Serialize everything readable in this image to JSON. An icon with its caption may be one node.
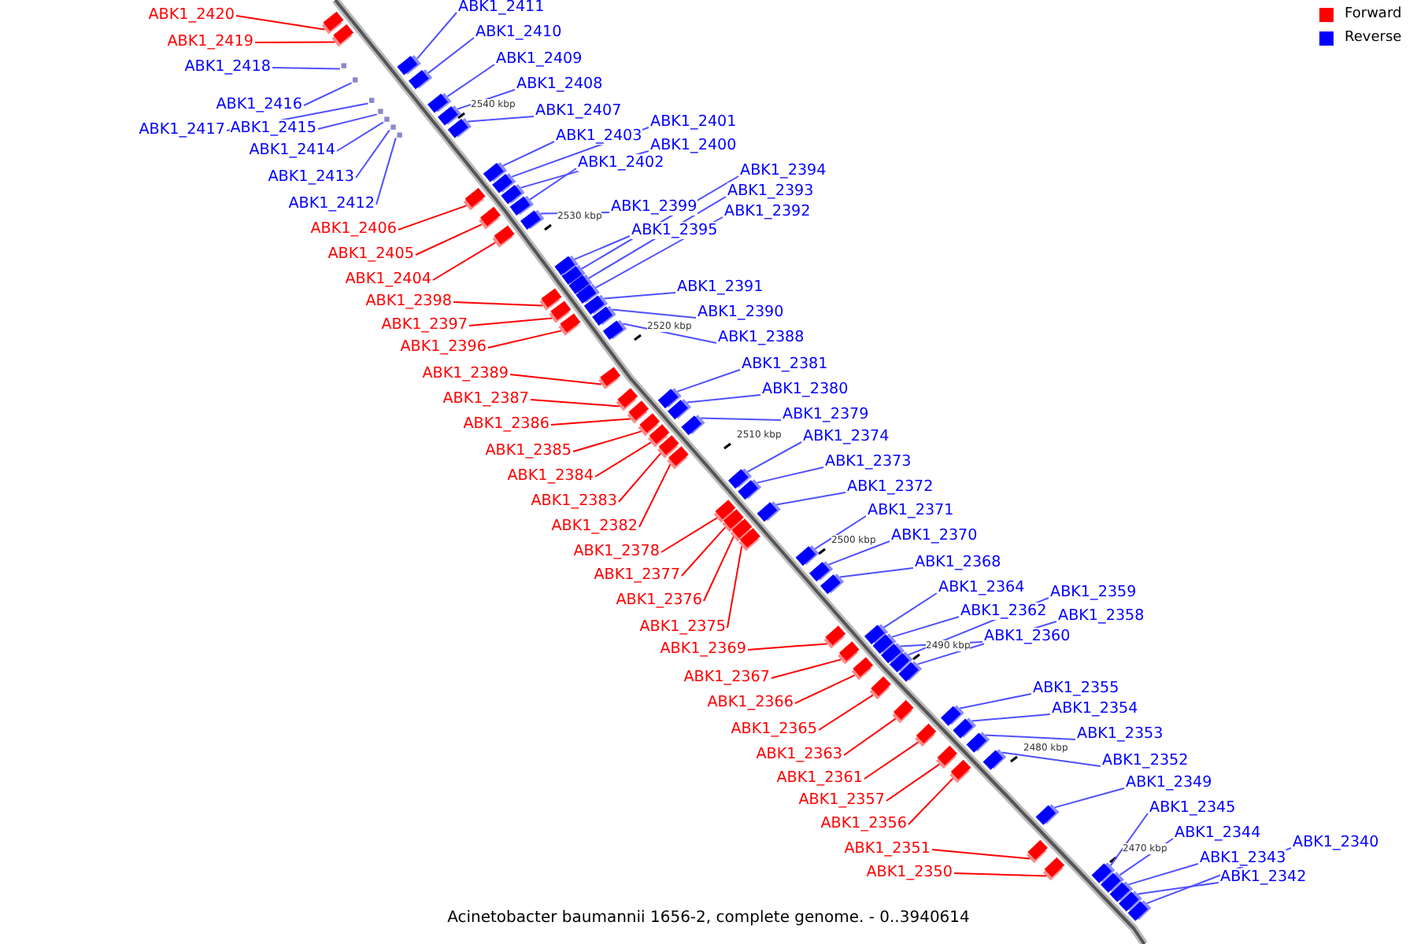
{
  "diagram": {
    "caption": "Acinetobacter baumannii 1656-2, complete genome. - 0..3940614",
    "nodes": [
      {
        "text": [
          "ABK1_2420"
        ]
      },
      {
        "text": [
          "ABK1_2419"
        ]
      },
      {
        "text": [
          "ABK1_2418"
        ]
      },
      {
        "text": [
          "ABK1_2416"
        ]
      },
      {
        "text": [
          "ABK1_2417"
        ]
      },
      {
        "text": [
          "ABK1_2415"
        ]
      },
      {
        "text": [
          "ABK1_2414"
        ]
      },
      {
        "text": [
          "ABK1_2413"
        ]
      },
      {
        "text": [
          "ABK1_2412"
        ]
      },
      {
        "text": [
          "ABK1_2406"
        ]
      },
      {
        "text": [
          "ABK1_2405"
        ]
      },
      {
        "text": [
          "ABK1_2404"
        ]
      },
      {
        "text": [
          "ABK1_2398"
        ]
      },
      {
        "text": [
          "ABK1_2397"
        ]
      },
      {
        "text": [
          "ABK1_2396"
        ]
      },
      {
        "text": [
          "ABK1_2389"
        ]
      },
      {
        "text": [
          "ABK1_2387"
        ]
      },
      {
        "text": [
          "ABK1_2386"
        ]
      },
      {
        "text": [
          "ABK1_2385"
        ]
      },
      {
        "text": [
          "ABK1_2384"
        ]
      },
      {
        "text": [
          "ABK1_2383"
        ]
      },
      {
        "text": [
          "ABK1_2382"
        ]
      },
      {
        "text": [
          "ABK1_2378"
        ]
      },
      {
        "text": [
          "ABK1_2377"
        ]
      },
      {
        "text": [
          "ABK1_2376"
        ]
      },
      {
        "text": [
          "ABK1_2375"
        ]
      },
      {
        "text": [
          "ABK1_2369"
        ]
      },
      {
        "text": [
          "ABK1_2367"
        ]
      },
      {
        "text": [
          "ABK1_2366"
        ]
      },
      {
        "text": [
          "ABK1_2365"
        ]
      },
      {
        "text": [
          "ABK1_2363"
        ]
      },
      {
        "text": [
          "ABK1_2361"
        ]
      },
      {
        "text": [
          "ABK1_2357"
        ]
      },
      {
        "text": [
          "ABK1_2356"
        ]
      },
      {
        "text": [
          "ABK1_2351"
        ]
      },
      {
        "text": [
          "ABK1_2350"
        ]
      },
      {
        "text": [
          "ABK1_2411"
        ]
      },
      {
        "text": [
          "ABK1_2410"
        ]
      },
      {
        "text": [
          "ABK1_2409"
        ]
      },
      {
        "text": [
          "ABK1_2408"
        ]
      },
      {
        "text": [
          "ABK1_2407"
        ]
      },
      {
        "text": [
          "ABK1_2401"
        ]
      },
      {
        "text": [
          "ABK1_2403"
        ]
      },
      {
        "text": [
          "ABK1_2400"
        ]
      },
      {
        "text": [
          "ABK1_2402"
        ]
      },
      {
        "text": [
          "ABK1_2394"
        ]
      },
      {
        "text": [
          "ABK1_2393"
        ]
      },
      {
        "text": [
          "ABK1_2399"
        ]
      },
      {
        "text": [
          "ABK1_2392"
        ]
      },
      {
        "text": [
          "ABK1_2395"
        ]
      },
      {
        "text": [
          "ABK1_2391"
        ]
      },
      {
        "text": [
          "ABK1_2390"
        ]
      },
      {
        "text": [
          "ABK1_2388"
        ]
      },
      {
        "text": [
          "ABK1_2381"
        ]
      },
      {
        "text": [
          "ABK1_2380"
        ]
      },
      {
        "text": [
          "ABK1_2379"
        ]
      },
      {
        "text": [
          "ABK1_2374"
        ]
      },
      {
        "text": [
          "ABK1_2373"
        ]
      },
      {
        "text": [
          "ABK1_2372"
        ]
      },
      {
        "text": [
          "ABK1_2371"
        ]
      },
      {
        "text": [
          "ABK1_2370"
        ]
      },
      {
        "text": [
          "ABK1_2368"
        ]
      },
      {
        "text": [
          "ABK1_2364"
        ]
      },
      {
        "text": [
          "ABK1_2359"
        ]
      },
      {
        "text": [
          "ABK1_2362"
        ]
      },
      {
        "text": [
          "ABK1_2358"
        ]
      },
      {
        "text": [
          "ABK1_2360"
        ]
      },
      {
        "text": [
          "ABK1_2355"
        ]
      },
      {
        "text": [
          "ABK1_2354"
        ]
      },
      {
        "text": [
          "ABK1_2353"
        ]
      },
      {
        "text": [
          "ABK1_2352"
        ]
      },
      {
        "text": [
          "ABK1_2349"
        ]
      },
      {
        "text": [
          "ABK1_2345"
        ]
      },
      {
        "text": [
          "ABK1_2344"
        ]
      },
      {
        "text": [
          "ABK1_2340"
        ]
      },
      {
        "text": [
          "ABK1_2343"
        ]
      },
      {
        "text": [
          "ABK1_2342"
        ]
      },
      {
        "text": [],
        "shape": "box"
      },
      {
        "text": [],
        "shape": "box"
      },
      {
        "text": [],
        "shape": "box"
      },
      {
        "text": [],
        "shape": "box"
      },
      {
        "text": [],
        "shape": "box"
      },
      {
        "text": [],
        "shape": "box"
      },
      {
        "text": [],
        "shape": "box"
      },
      {
        "text": [],
        "shape": "box"
      },
      {
        "text": [],
        "shape": "box"
      },
      {
        "text": [],
        "shape": "box"
      },
      {
        "text": [],
        "shape": "box"
      },
      {
        "text": [],
        "shape": "box"
      },
      {
        "text": [],
        "shape": "box"
      },
      {
        "text": [],
        "shape": "box"
      },
      {
        "text": [],
        "shape": "box"
      },
      {
        "text": [],
        "shape": "box"
      },
      {
        "text": [],
        "shape": "box"
      },
      {
        "text": [],
        "shape": "box"
      },
      {
        "text": [],
        "shape": "box"
      },
      {
        "text": [],
        "shape": "box"
      },
      {
        "text": [],
        "shape": "box"
      },
      {
        "text": [],
        "shape": "box"
      },
      {
        "text": [],
        "shape": "box"
      },
      {
        "text": [],
        "shape": "box"
      },
      {
        "text": [],
        "shape": "box"
      },
      {
        "text": [],
        "shape": "box"
      },
      {
        "text": [],
        "shape": "box"
      },
      {
        "text": [],
        "shape": "box"
      },
      {
        "text": [],
        "shape": "box"
      },
      {
        "text": [],
        "shape": "box"
      },
      {
        "text": [],
        "shape": "box"
      },
      {
        "text": [],
        "shape": "box"
      },
      {
        "text": [],
        "shape": "box"
      },
      {
        "text": [],
        "shape": "box"
      },
      {
        "text": [],
        "shape": "box"
      },
      {
        "text": [],
        "shape": "box"
      },
      {
        "text": [],
        "shape": "box"
      },
      {
        "text": [],
        "shape": "box"
      },
      {
        "text": [],
        "shape": "box"
      },
      {
        "text": [],
        "shape": "box"
      },
      {
        "text": [],
        "shape": "box"
      },
      {
        "text": [],
        "shape": "box"
      },
      {
        "text": [],
        "shape": "box"
      },
      {
        "text": [],
        "shape": "box"
      },
      {
        "text": [],
        "shape": "box"
      },
      {
        "text": [],
        "shape": "box"
      },
      {
        "text": [],
        "shape": "box"
      },
      {
        "text": [],
        "shape": "box"
      },
      {
        "text": [],
        "shape": "box"
      },
      {
        "text": [],
        "shape": "box"
      },
      {
        "text": [],
        "shape": "box"
      },
      {
        "text": [],
        "shape": "box"
      },
      {
        "text": [],
        "shape": "box"
      },
      {
        "text": [],
        "shape": "box"
      },
      {
        "text": [],
        "shape": "box"
      },
      {
        "text": [],
        "shape": "box"
      },
      {
        "text": [],
        "shape": "box"
      },
      {
        "text": [],
        "shape": "box"
      },
      {
        "text": [],
        "shape": "box"
      },
      {
        "text": [],
        "shape": "box"
      },
      {
        "text": [],
        "shape": "box"
      },
      {
        "text": [],
        "shape": "box"
      },
      {
        "text": [],
        "shape": "box"
      },
      {
        "text": [],
        "shape": "box"
      },
      {
        "text": [],
        "shape": "box"
      },
      {
        "text": [],
        "shape": "box"
      },
      {
        "text": [],
        "shape": "box"
      },
      {
        "text": [],
        "shape": "box"
      },
      {
        "text": [],
        "shape": "box"
      },
      {
        "text": [],
        "shape": "box"
      },
      {
        "text": [],
        "shape": "box"
      },
      {
        "text": [],
        "shape": "box"
      },
      {
        "text": [],
        "shape": "box"
      },
      {
        "text": [],
        "shape": "box"
      },
      {
        "text": [],
        "shape": "box"
      },
      {
        "text": [],
        "shape": "box"
      },
      {
        "text": [],
        "shape": "box"
      }
    ],
    "edges": [
      {
        "from": 0,
        "to": 77,
        "arrow": "none",
        "color": "#ff0000"
      },
      {
        "from": 1,
        "to": 78,
        "arrow": "none",
        "color": "#ff0000"
      },
      {
        "from": 2,
        "to": 79,
        "arrow": "none"
      },
      {
        "from": 3,
        "to": 80,
        "arrow": "none"
      },
      {
        "from": 4,
        "to": 81,
        "arrow": "none"
      },
      {
        "from": 5,
        "to": 82,
        "arrow": "none"
      },
      {
        "from": 6,
        "to": 83,
        "arrow": "none"
      },
      {
        "from": 7,
        "to": 84,
        "arrow": "none"
      },
      {
        "from": 8,
        "to": 85,
        "arrow": "none"
      },
      {
        "from": 9,
        "to": 86,
        "arrow": "none",
        "color": "#ff0000"
      },
      {
        "from": 10,
        "to": 87,
        "arrow": "none",
        "color": "#ff0000"
      },
      {
        "from": 11,
        "to": 88,
        "arrow": "none",
        "color": "#ff0000"
      },
      {
        "from": 12,
        "to": 89,
        "arrow": "none",
        "color": "#ff0000"
      },
      {
        "from": 13,
        "to": 90,
        "arrow": "none",
        "color": "#ff0000"
      },
      {
        "from": 14,
        "to": 91,
        "arrow": "none",
        "color": "#ff0000"
      },
      {
        "from": 15,
        "to": 92,
        "arrow": "none",
        "color": "#ff0000"
      },
      {
        "from": 16,
        "to": 93,
        "arrow": "none",
        "color": "#ff0000"
      },
      {
        "from": 17,
        "to": 94,
        "arrow": "none",
        "color": "#ff0000"
      },
      {
        "from": 18,
        "to": 95,
        "arrow": "none",
        "color": "#ff0000"
      },
      {
        "from": 19,
        "to": 96,
        "arrow": "none",
        "color": "#ff0000"
      },
      {
        "from": 20,
        "to": 97,
        "arrow": "none",
        "color": "#ff0000"
      },
      {
        "from": 21,
        "to": 98,
        "arrow": "none",
        "color": "#ff0000"
      },
      {
        "from": 22,
        "to": 99,
        "arrow": "none",
        "color": "#ff0000"
      },
      {
        "from": 23,
        "to": 100,
        "arrow": "none",
        "color": "#ff0000"
      },
      {
        "from": 24,
        "to": 101,
        "arrow": "none",
        "color": "#ff0000"
      },
      {
        "from": 25,
        "to": 102,
        "arrow": "none",
        "color": "#ff0000"
      },
      {
        "from": 26,
        "to": 103,
        "arrow": "none",
        "color": "#ff0000"
      },
      {
        "from": 27,
        "to": 104,
        "arrow": "none",
        "color": "#ff0000"
      },
      {
        "from": 28,
        "to": 105,
        "arrow": "none",
        "color": "#ff0000"
      },
      {
        "from": 29,
        "to": 106,
        "arrow": "none",
        "color": "#ff0000"
      },
      {
        "from": 30,
        "to": 107,
        "arrow": "none",
        "color": "#ff0000"
      },
      {
        "from": 31,
        "to": 108,
        "arrow": "none",
        "color": "#ff0000"
      },
      {
        "from": 32,
        "to": 109,
        "arrow": "none",
        "color": "#ff0000"
      },
      {
        "from": 33,
        "to": 110,
        "arrow": "none",
        "color": "#ff0000"
      },
      {
        "from": 34,
        "to": 111,
        "arrow": "none",
        "color": "#ff0000"
      },
      {
        "from": 35,
        "to": 112,
        "arrow": "none",
        "color": "#ff0000"
      },
      {
        "from": 36,
        "to": 113,
        "arrow": "none"
      },
      {
        "from": 37,
        "to": 114,
        "arrow": "none"
      },
      {
        "from": 38,
        "to": 115,
        "arrow": "none"
      },
      {
        "from": 39,
        "to": 116,
        "arrow": "none"
      },
      {
        "from": 40,
        "to": 117,
        "arrow": "none"
      },
      {
        "from": 41,
        "to": 118,
        "arrow": "none"
      },
      {
        "from": 42,
        "to": 119,
        "arrow": "none"
      },
      {
        "from": 43,
        "to": 120,
        "arrow": "none"
      },
      {
        "from": 44,
        "to": 121,
        "arrow": "none"
      },
      {
        "from": 45,
        "to": 122,
        "arrow": "none"
      },
      {
        "from": 46,
        "to": 123,
        "arrow": "none"
      },
      {
        "from": 47,
        "to": 124,
        "arrow": "none"
      },
      {
        "from": 48,
        "to": 125,
        "arrow": "none"
      },
      {
        "from": 49,
        "to": 126,
        "arrow": "none"
      },
      {
        "from": 50,
        "to": 127,
        "arrow": "none"
      },
      {
        "from": 51,
        "to": 128,
        "arrow": "none"
      },
      {
        "from": 52,
        "to": 129,
        "arrow": "none"
      },
      {
        "from": 53,
        "to": 130,
        "arrow": "none"
      },
      {
        "from": 54,
        "to": 131,
        "arrow": "none"
      },
      {
        "from": 55,
        "to": 132,
        "arrow": "none"
      },
      {
        "from": 56,
        "to": 133,
        "arrow": "none"
      },
      {
        "from": 57,
        "to": 134,
        "arrow": "none"
      },
      {
        "from": 58,
        "to": 135,
        "arrow": "none"
      },
      {
        "from": 59,
        "to": 136,
        "arrow": "none"
      },
      {
        "from": 60,
        "to": 137,
        "arrow": "none"
      },
      {
        "from": 61,
        "to": 138,
        "arrow": "none"
      },
      {
        "from": 62,
        "to": 139,
        "arrow": "none"
      },
      {
        "from": 63,
        "to": 140,
        "arrow": "none"
      },
      {
        "from": 64,
        "to": 141,
        "arrow": "none"
      },
      {
        "from": 65,
        "to": 142,
        "arrow": "none"
      },
      {
        "from": 66,
        "to": 143,
        "arrow": "none"
      },
      {
        "from": 67,
        "to": 144,
        "arrow": "none"
      },
      {
        "from": 68,
        "to": 145,
        "arrow": "none"
      },
      {
        "from": 69,
        "to": 146,
        "arrow": "none"
      },
      {
        "from": 70,
        "to": 147,
        "arrow": "none"
      },
      {
        "from": 71,
        "to": 148,
        "arrow": "none"
      },
      {
        "from": 72,
        "to": 149,
        "arrow": "none"
      },
      {
        "from": 73,
        "to": 150,
        "arrow": "none"
      },
      {
        "from": 74,
        "to": 151,
        "arrow": "none"
      },
      {
        "from": 75,
        "to": 152,
        "arrow": "none"
      },
      {
        "from": 76,
        "to": 153,
        "arrow": "none"
      }
    ],
    "labels": [
      "2540 kbp",
      "2530 kbp",
      "2520 kbp",
      "2510 kbp",
      "2500 kbp",
      "2490 kbp",
      "2480 kbp",
      "2470 kbp"
    ],
    "legend": [
      {
        "text": "Forward",
        "color": "#ff0000"
      },
      {
        "text": "Reverse",
        "color": "#0000ff"
      }
    ]
  }
}
